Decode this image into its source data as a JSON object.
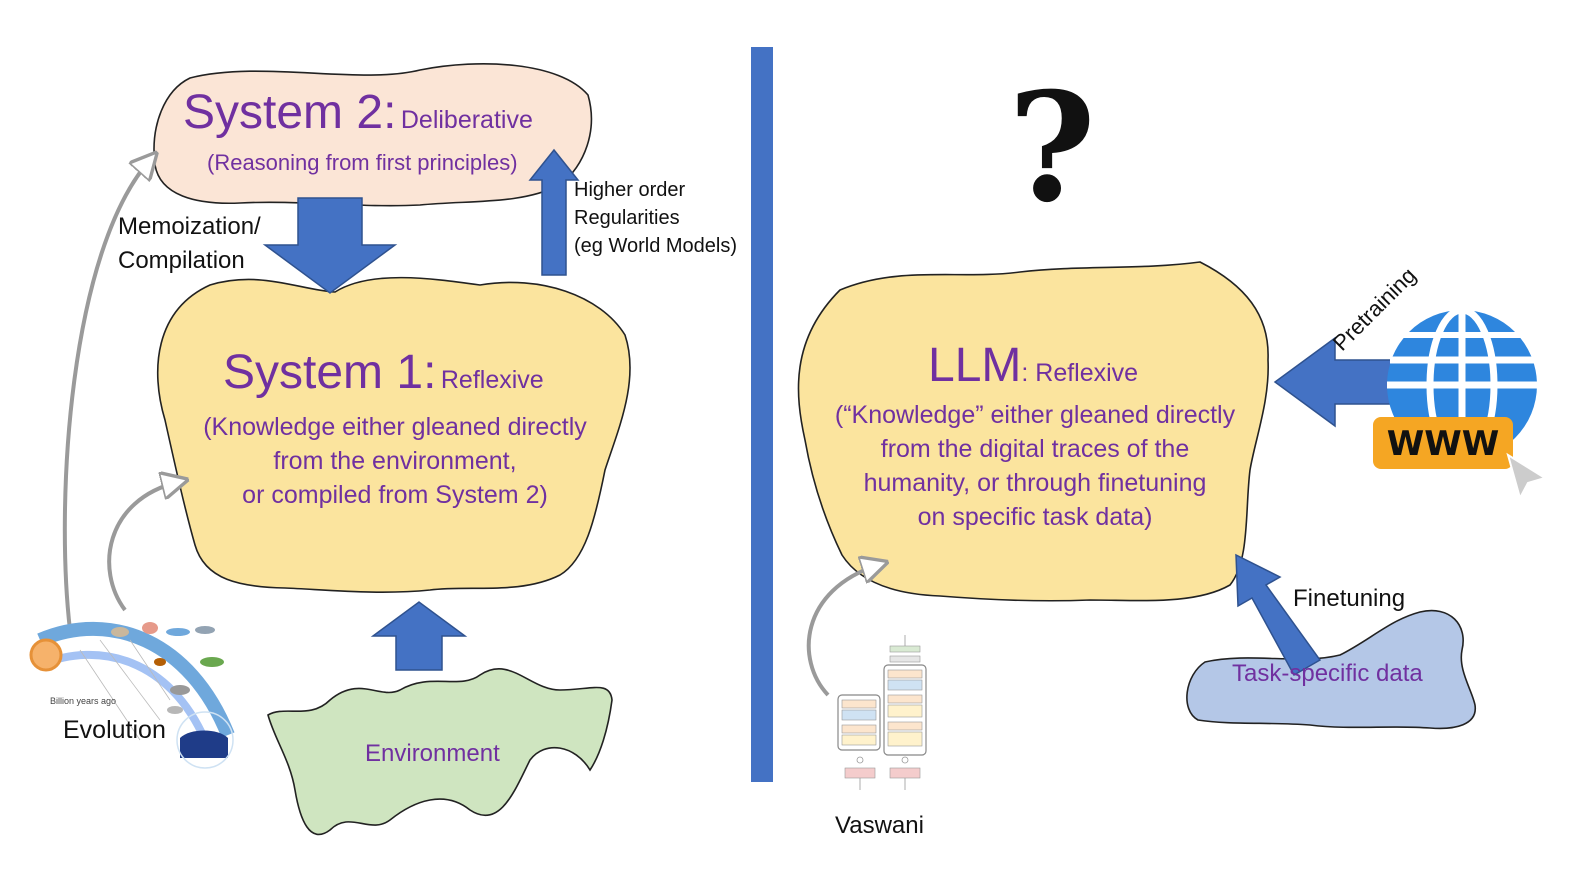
{
  "left": {
    "system2": {
      "title": "System 2:",
      "subtitle": "Deliberative",
      "description": "(Reasoning from first principles)"
    },
    "system1": {
      "title": "System 1:",
      "subtitle": "Reflexive",
      "description_lines": [
        "(Knowledge either gleaned directly",
        "from the environment,",
        "or compiled from System 2)"
      ]
    },
    "memoization_label": [
      "Memoization/",
      "Compilation"
    ],
    "higher_order_label": [
      "Higher order",
      "Regularities",
      "(eg World Models)"
    ],
    "environment_label": "Environment",
    "evolution": {
      "label": "Evolution",
      "caption": "Billion years ago"
    }
  },
  "right": {
    "question_mark": "?",
    "llm": {
      "title": "LLM",
      "subtitle": ": Reflexive",
      "description_lines": [
        "(“Knowledge” either gleaned directly",
        "from the digital traces of the",
        "humanity, or through finetuning",
        "on specific task data)"
      ]
    },
    "pretraining_label": "Pretraining",
    "www_label": "WWW",
    "finetuning_label": "Finetuning",
    "task_data_label": "Task-specific data",
    "vaswani_label": "Vaswani"
  },
  "colors": {
    "system2_fill": "#fbe5d6",
    "system1_fill": "#fbe49e",
    "environment_fill": "#cfe5c0",
    "task_fill": "#b4c7e7",
    "arrow": "#4472c4",
    "divider": "#4472c4",
    "text_purple": "#7030a0"
  }
}
